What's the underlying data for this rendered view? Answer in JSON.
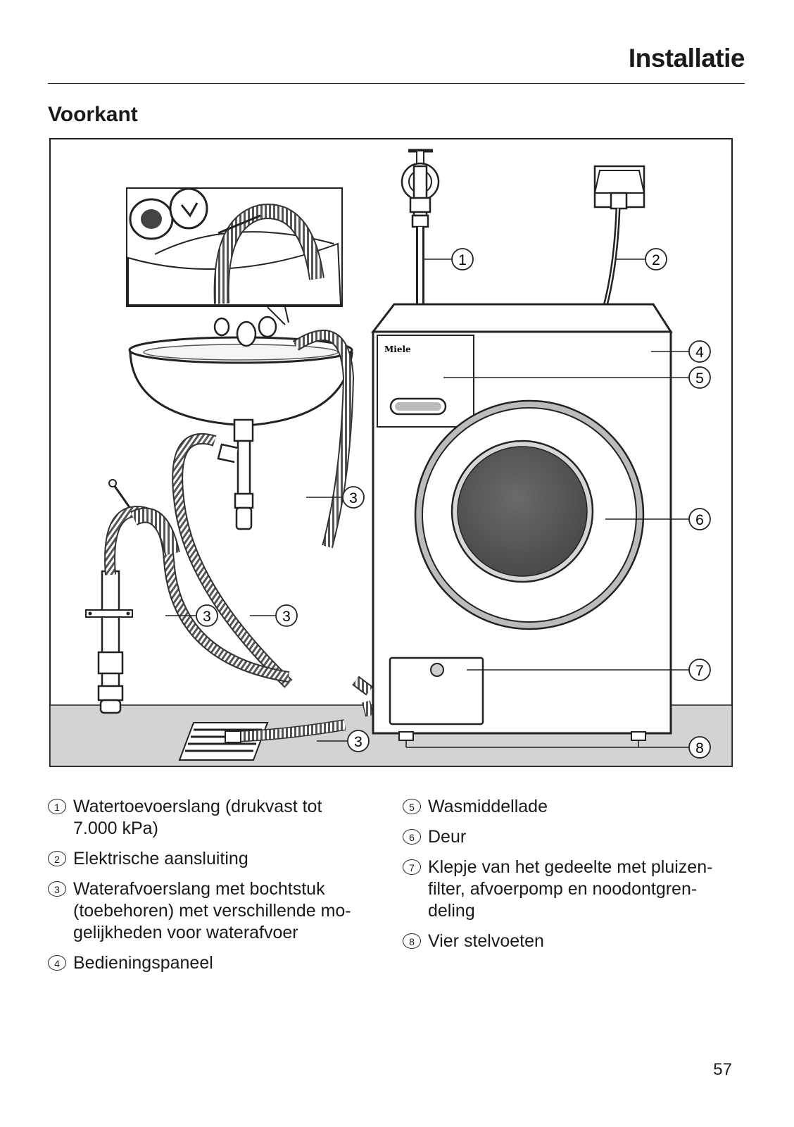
{
  "header": {
    "title": "Installatie"
  },
  "section": {
    "title": "Voorkant"
  },
  "figure": {
    "brand_label": "Miele",
    "callouts": [
      "1",
      "2",
      "3",
      "4",
      "5",
      "6",
      "7",
      "8"
    ]
  },
  "legend": {
    "left": [
      {
        "num": "1",
        "text": "Watertoevoerslang (drukvast tot\n7.000 kPa)"
      },
      {
        "num": "2",
        "text": "Elektrische aansluiting"
      },
      {
        "num": "3",
        "text": "Waterafvoerslang met bochtstuk\n(toebehoren) met verschillende mo-\ngelijkheden voor waterafvoer"
      },
      {
        "num": "4",
        "text": "Bedieningspaneel"
      }
    ],
    "right": [
      {
        "num": "5",
        "text": "Wasmiddellade"
      },
      {
        "num": "6",
        "text": "Deur"
      },
      {
        "num": "7",
        "text": "Klepje van het gedeelte met pluizen-\nfilter, afvoerpomp en noodontgren-\ndeling"
      },
      {
        "num": "8",
        "text": "Vier stelvoeten"
      }
    ]
  },
  "page_number": "57"
}
